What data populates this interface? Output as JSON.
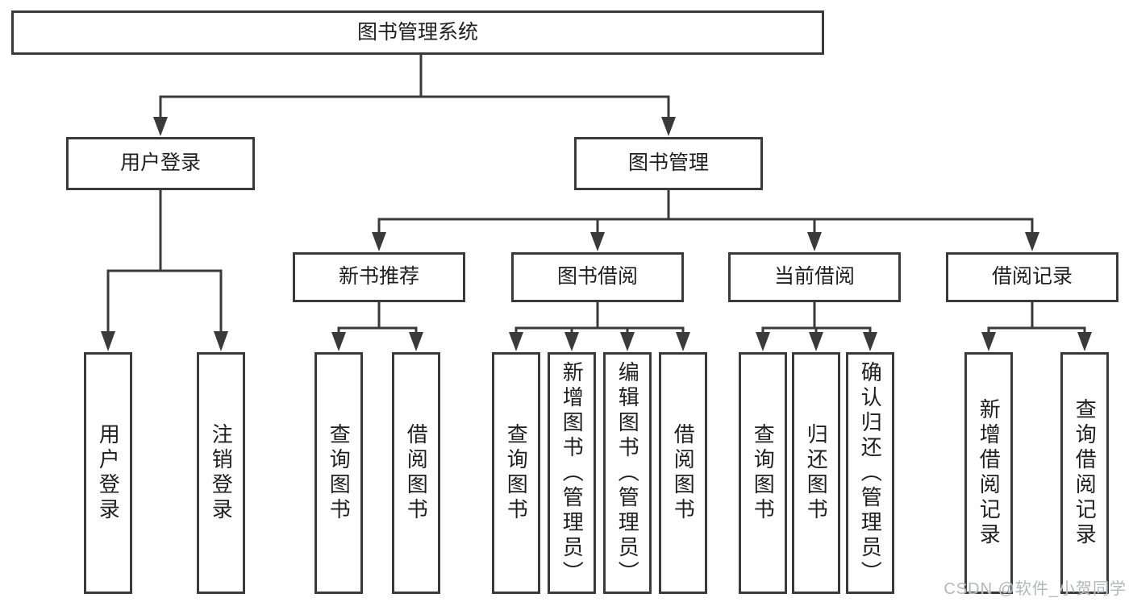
{
  "diagram": {
    "root": "图书管理系统",
    "level2": {
      "user_login": "用户登录",
      "book_management": "图书管理"
    },
    "level3": {
      "new_book_recommend": "新书推荐",
      "book_borrow": "图书借阅",
      "current_borrow": "当前借阅",
      "borrow_record": "借阅记录"
    },
    "leaves": {
      "user_login": [
        "用户登录",
        "注销登录"
      ],
      "new_book_recommend": [
        "查询图书",
        "借阅图书"
      ],
      "book_borrow": [
        "查询图书",
        "新增图书（管理员）",
        "编辑图书（管理员）",
        "借阅图书"
      ],
      "current_borrow": [
        "查询图书",
        "归还图书",
        "确认归还（管理员）"
      ],
      "borrow_record": [
        "新增借阅记录",
        "查询借阅记录"
      ]
    },
    "colors": {
      "line": "#3a3a3a",
      "text": "#1f1f1f",
      "background": "#ffffff",
      "watermark": "#b4b7ba"
    }
  },
  "watermark": "CSDN @软件_小贺同学"
}
